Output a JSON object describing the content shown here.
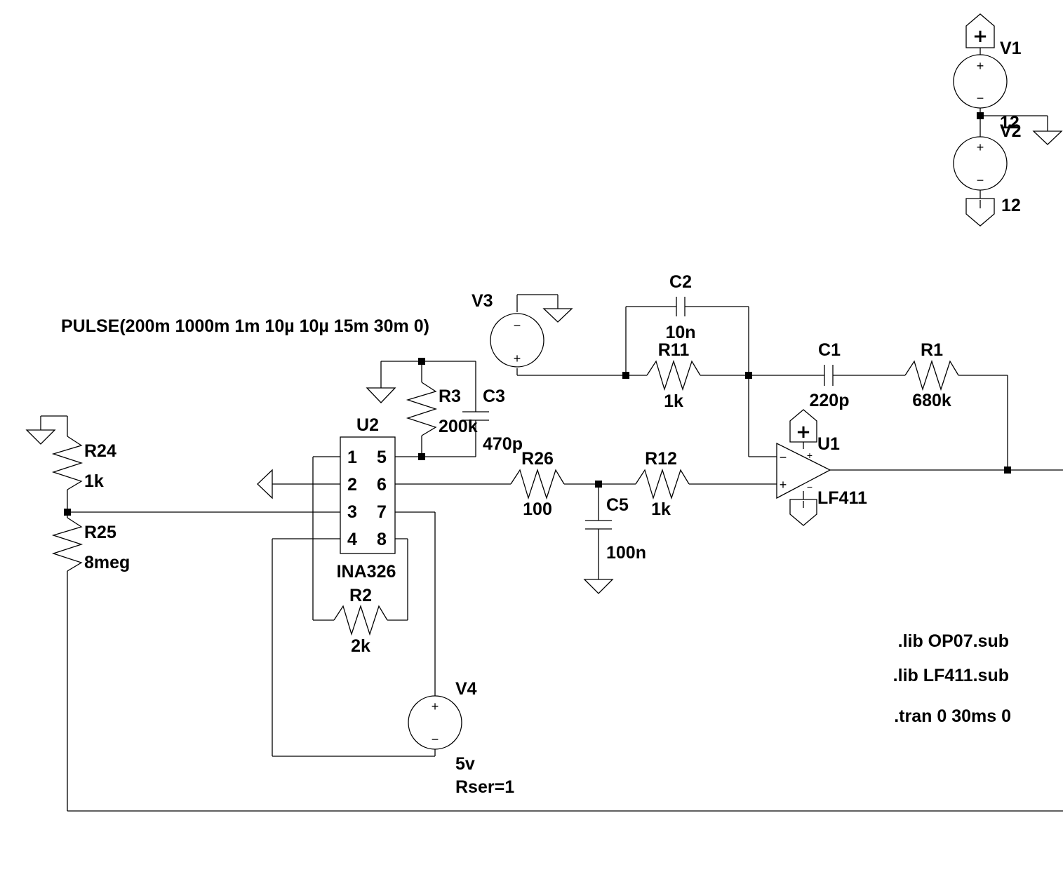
{
  "components": {
    "v1": {
      "name": "V1",
      "value": "12"
    },
    "v2": {
      "name": "V2",
      "value": "12"
    },
    "v3": {
      "name": "V3",
      "value": "PULSE(200m 1000m 1m 10µ 10µ 15m 30m 0)"
    },
    "v4": {
      "name": "V4",
      "value": "5v",
      "param": "Rser=1"
    },
    "c1": {
      "name": "C1",
      "value": "220p"
    },
    "c2": {
      "name": "C2",
      "value": "10n"
    },
    "c3": {
      "name": "C3",
      "value": "470p"
    },
    "c5": {
      "name": "C5",
      "value": "100n"
    },
    "r1": {
      "name": "R1",
      "value": "680k"
    },
    "r2": {
      "name": "R2",
      "value": "2k"
    },
    "r3": {
      "name": "R3",
      "value": "200k"
    },
    "r11": {
      "name": "R11",
      "value": "1k"
    },
    "r12": {
      "name": "R12",
      "value": "1k"
    },
    "r24": {
      "name": "R24",
      "value": "1k"
    },
    "r25": {
      "name": "R25",
      "value": "8meg"
    },
    "r26": {
      "name": "R26",
      "value": "100"
    },
    "u1": {
      "name": "U1",
      "model": "LF411"
    },
    "u2": {
      "name": "U2",
      "model": "INA326",
      "pins_left": [
        "1",
        "2",
        "3",
        "4"
      ],
      "pins_right": [
        "5",
        "6",
        "7",
        "8"
      ]
    }
  },
  "directives": [
    ".lib OP07.sub",
    ".lib LF411.sub",
    ".tran 0 30ms 0"
  ],
  "symbols": {
    "plus": "+",
    "minus": "−"
  },
  "colors": {
    "wire": "#000000",
    "background": "#ffffff"
  }
}
